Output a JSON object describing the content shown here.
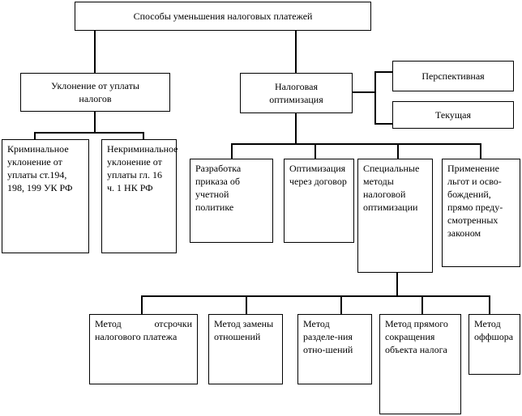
{
  "diagram": {
    "title": "Способы уменьшения налоговых платежей",
    "type": "hierarchical-tree",
    "language": "ru",
    "colors": {
      "line": "#000000",
      "box_fill": "#ffffff",
      "text": "#000000"
    },
    "nodes": {
      "root": {
        "label": "Способы уменьшения налоговых платежей"
      },
      "evasion": {
        "label": "Уклонение от уплаты\nналогов"
      },
      "optimization": {
        "label": "Налоговая\nоптимизация"
      },
      "perspective": {
        "label": "Перспективная"
      },
      "current": {
        "label": "Текущая"
      },
      "criminal": {
        "label": "Криминальное уклонение от уплаты ст.194, 198, 199 УК РФ"
      },
      "noncriminal": {
        "label": "Некриминальное уклонение от уплаты гл. 16 ч. 1 НК РФ"
      },
      "accounting_order": {
        "label": "Разработка приказа об учетной политике"
      },
      "via_contract": {
        "label": "Оптимизация через договор"
      },
      "special_methods": {
        "label": "Специальные методы налоговой оптимизации"
      },
      "benefits": {
        "label": "Применение льгот и осво-бождений, прямо преду-смотренных законом"
      },
      "deferral": {
        "label": "Метод отсрочки налогового платежа"
      },
      "substitution": {
        "label": "Метод замены отношений"
      },
      "separation": {
        "label": "Метод разделе-ния отно-шений"
      },
      "direct_reduction": {
        "label": "Метод прямого сокращения объекта налога"
      },
      "offshore": {
        "label": "Метод оффшора"
      }
    }
  }
}
